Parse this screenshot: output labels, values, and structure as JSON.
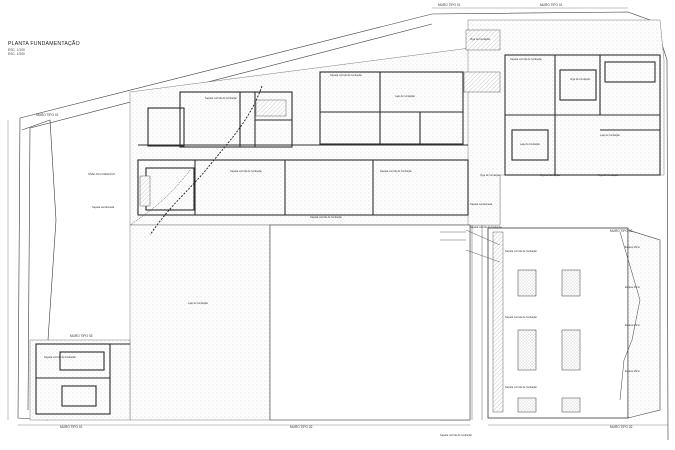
{
  "drawing": {
    "title": "PLANTA FUNDAMENTAÇÃO",
    "scale_1": "ESC. 1/100",
    "scale_2": "ESC. 1/200"
  },
  "wall_labels": {
    "muro_top": "MURO TIPO 01",
    "muro_top_right": "MURO TIPO 01",
    "muro_left": "MURO TIPO 01",
    "muro_bottom_left": "MURO TIPO 01",
    "muro_bottom": "MURO TIPO 02",
    "muro_right": "MURO TIPO 02",
    "muro_right_b": "MURO TIPO 02",
    "muro_lower_left": "MURO TIPO 03"
  },
  "annotations": {
    "footing_generic": "Sapata corrida de fundação",
    "slab_note": "Laje de fundação",
    "beam_note": "Viga de fundação",
    "pile_note": "Estaca 25cm",
    "stepped_note": "Sapata escalonada",
    "foundation_level": "NÍVEL DA FUNDAÇÃO"
  },
  "colors": {
    "line": "#3a3a3a",
    "hatch": "#9a9a9a",
    "paper": "#ffffff"
  }
}
